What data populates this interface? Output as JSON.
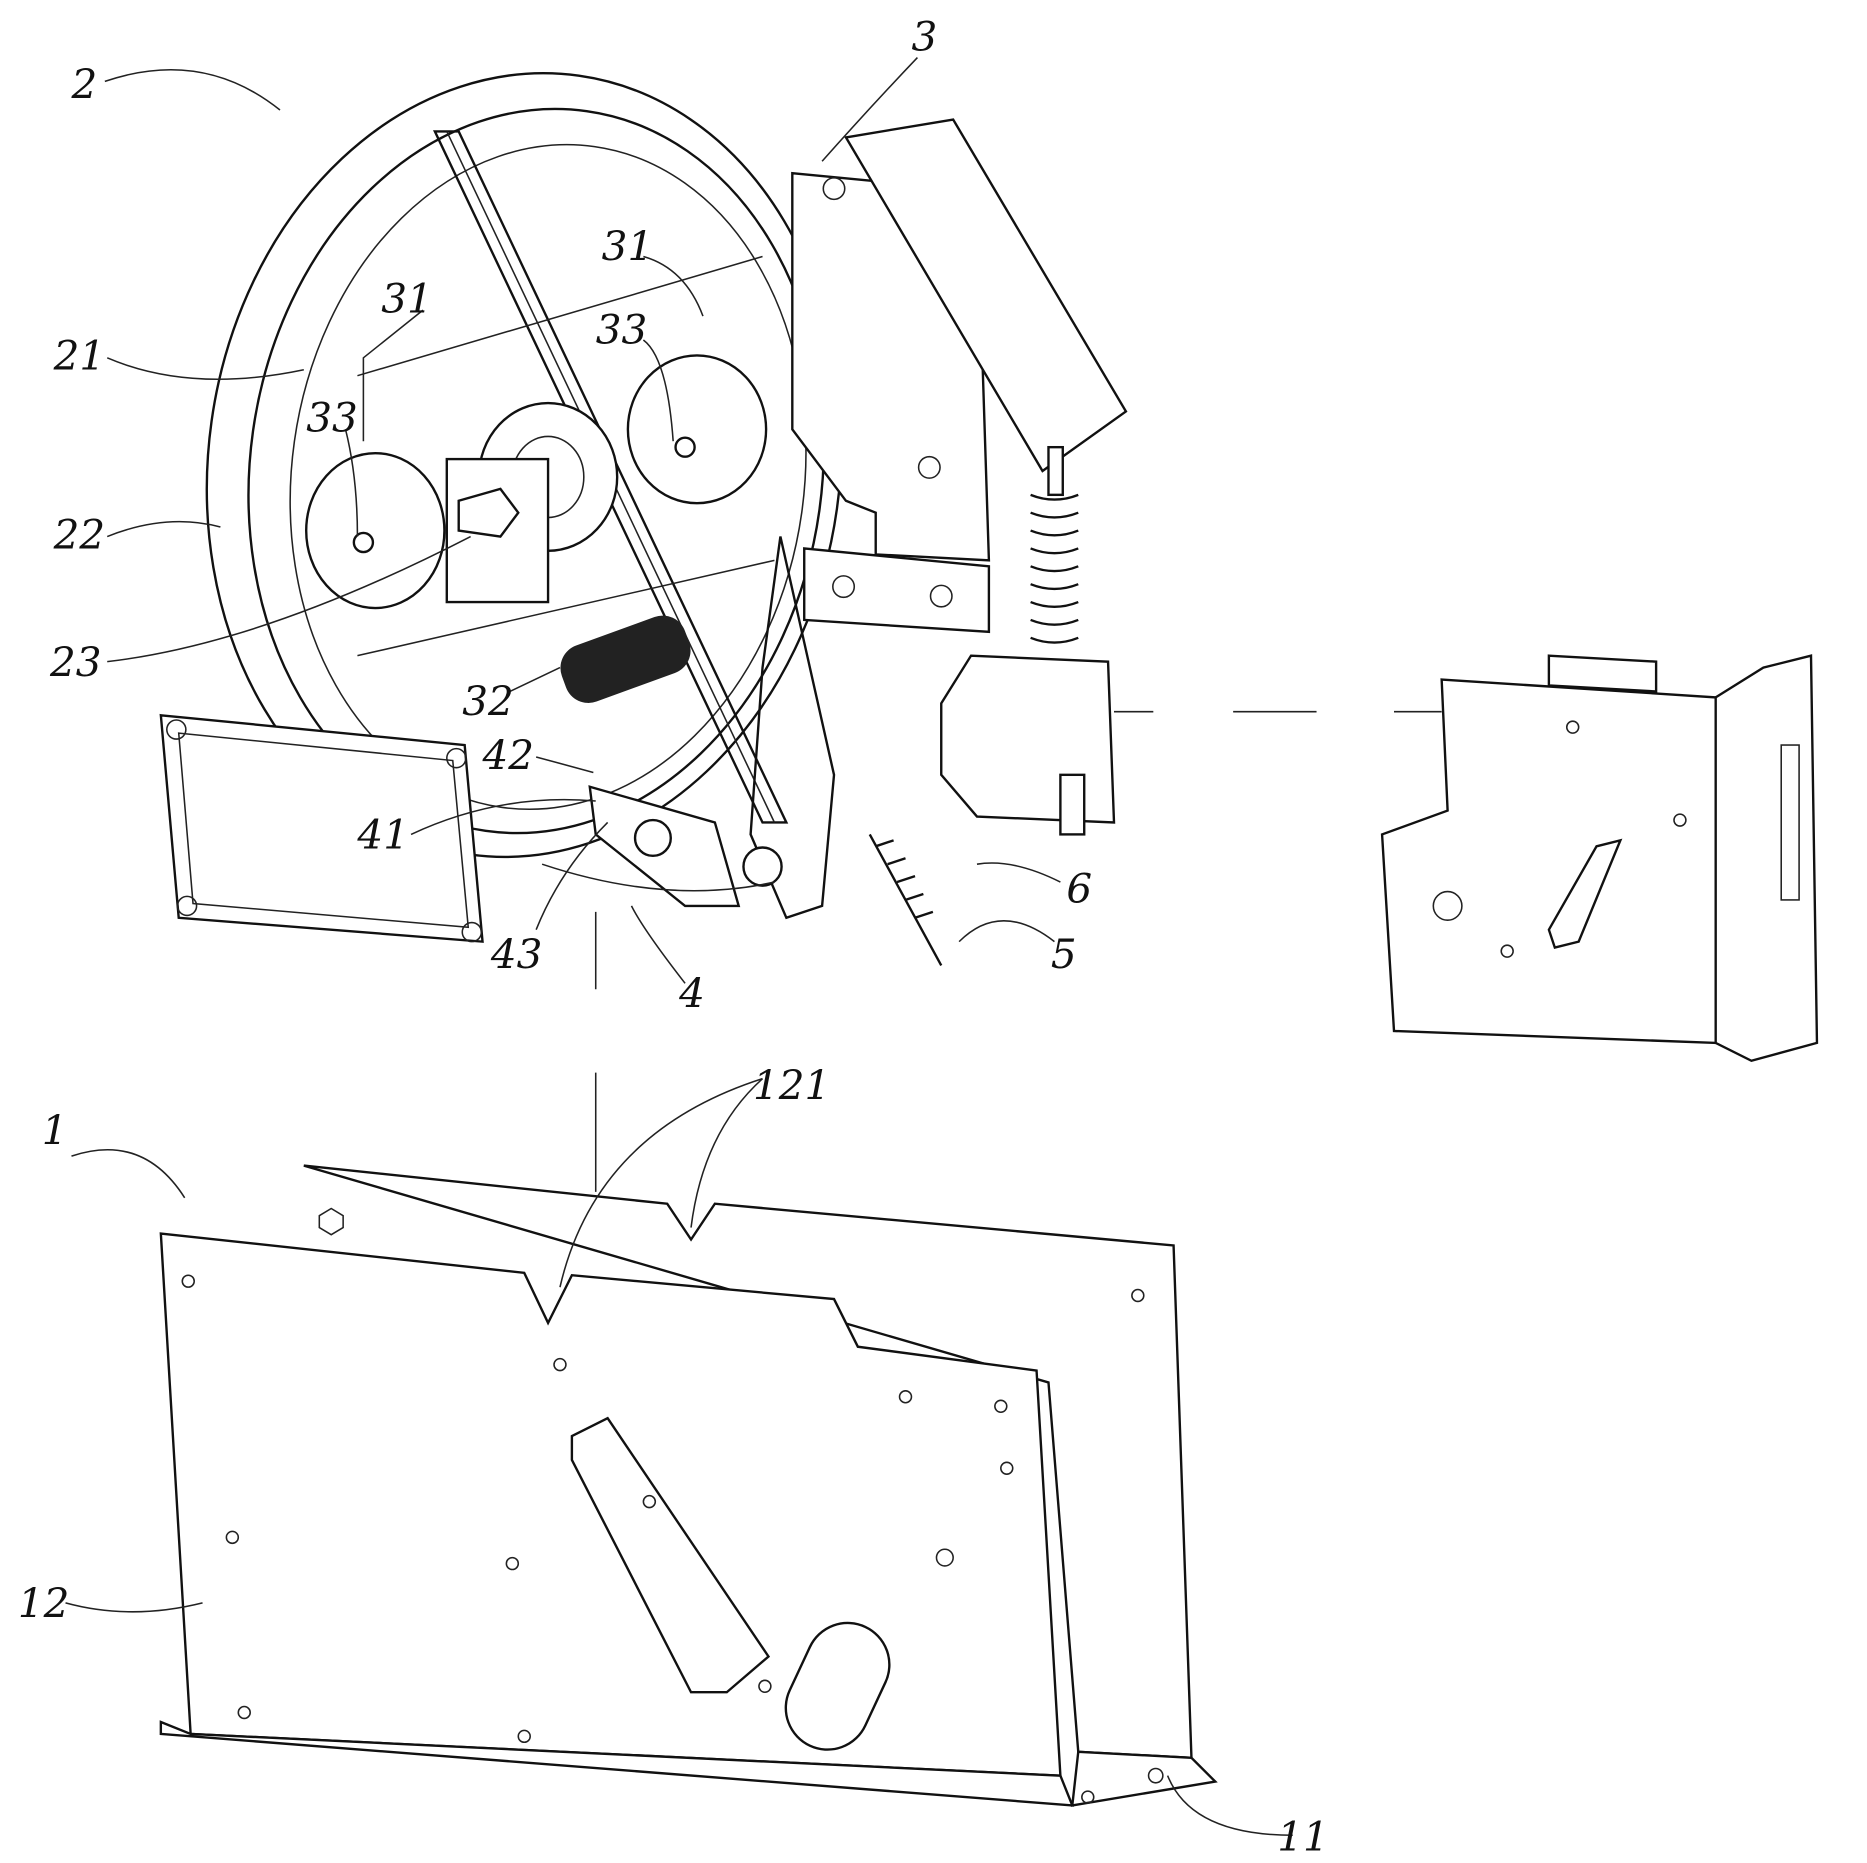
{
  "figure": {
    "labels": [
      {
        "id": "2",
        "text": "2"
      },
      {
        "id": "3",
        "text": "3"
      },
      {
        "id": "31a",
        "text": "31"
      },
      {
        "id": "31b",
        "text": "31"
      },
      {
        "id": "33a",
        "text": "33"
      },
      {
        "id": "33b",
        "text": "33"
      },
      {
        "id": "21",
        "text": "21"
      },
      {
        "id": "22",
        "text": "22"
      },
      {
        "id": "23",
        "text": "23"
      },
      {
        "id": "32",
        "text": "32"
      },
      {
        "id": "42",
        "text": "42"
      },
      {
        "id": "41",
        "text": "41"
      },
      {
        "id": "43",
        "text": "43"
      },
      {
        "id": "4",
        "text": "4"
      },
      {
        "id": "5",
        "text": "5"
      },
      {
        "id": "6",
        "text": "6"
      },
      {
        "id": "1",
        "text": "1"
      },
      {
        "id": "121",
        "text": "121"
      },
      {
        "id": "12",
        "text": "12"
      },
      {
        "id": "11",
        "text": "11"
      }
    ],
    "ink_color": "#111111",
    "background": "#ffffff"
  }
}
